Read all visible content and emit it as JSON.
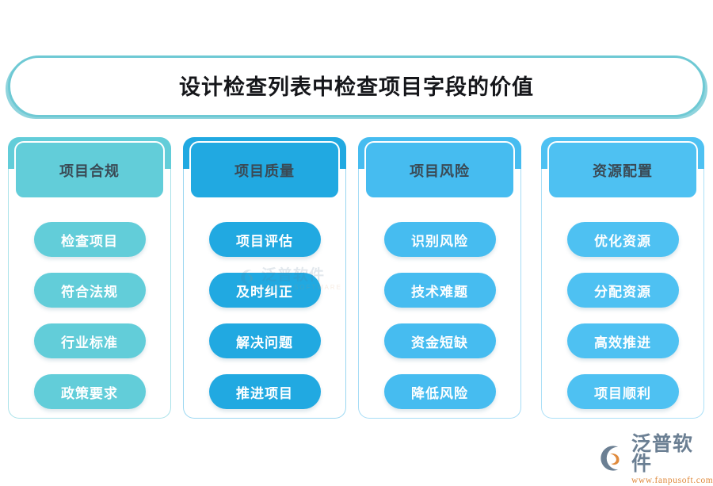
{
  "title": {
    "text": "设计检查列表中检查项目字段的价值"
  },
  "theme": {
    "title_border": "#6ec9d4",
    "title_text": "#15161a",
    "header_text": "#3a4a55",
    "pill_text": "#ffffff",
    "background": "#ffffff"
  },
  "columns": [
    {
      "header": "项目合规",
      "color": "#62cdd9",
      "border_color": "#a9e2e9",
      "items": [
        "检查项目",
        "符合法规",
        "行业标准",
        "政策要求"
      ]
    },
    {
      "header": "项目质量",
      "color": "#21a9e1",
      "border_color": "#9bd7f1",
      "items": [
        "项目评估",
        "及时纠正",
        "解决问题",
        "推进项目"
      ]
    },
    {
      "header": "项目风险",
      "color": "#46bcf0",
      "border_color": "#a6dcf6",
      "items": [
        "识别风险",
        "技术难题",
        "资金短缺",
        "降低风险"
      ]
    },
    {
      "header": "资源配置",
      "color": "#4ec1f2",
      "border_color": "#aadff7",
      "items": [
        "优化资源",
        "分配资源",
        "高效推进",
        "项目顺利"
      ]
    }
  ],
  "watermark": {
    "name": "泛普软件",
    "sub": "FANPU SOFTWARE"
  },
  "logo": {
    "name": "泛普软件",
    "url": "www.fanpusoft.com",
    "mark_color": "#6b7f93",
    "accent_color": "#e08a3c"
  }
}
